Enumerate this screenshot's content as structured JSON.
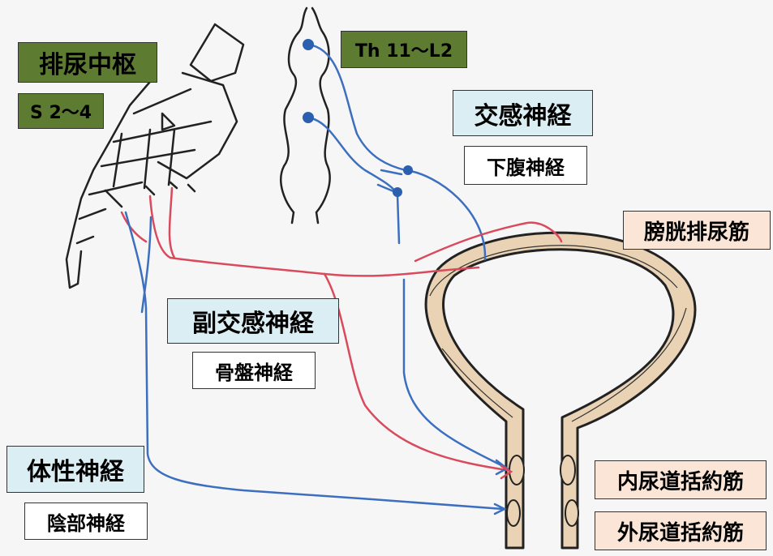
{
  "labels": {
    "micturition_center": "排尿中枢",
    "sacral_level": "S 2～4",
    "thoracolumbar_level": "Th 11～L2",
    "sympathetic": "交感神経",
    "hypogastric": "下腹神経",
    "detrusor": "膀胱排尿筋",
    "parasympathetic": "副交感神経",
    "pelvic": "骨盤神経",
    "somatic": "体性神経",
    "pudendal": "陰部神経",
    "internal_sphincter": "内尿道括約筋",
    "external_sphincter": "外尿道括約筋"
  },
  "colors": {
    "label_green": "#5d7c32",
    "label_blue": "#dbeef4",
    "label_peach": "#fbe5d6",
    "sympathetic_nerve": "#3c6fbf",
    "parasympathetic_nerve": "#d94a5c",
    "somatic_nerve": "#3c6fbf",
    "bladder_wall": "#e9d3b4",
    "outline": "#222222"
  }
}
